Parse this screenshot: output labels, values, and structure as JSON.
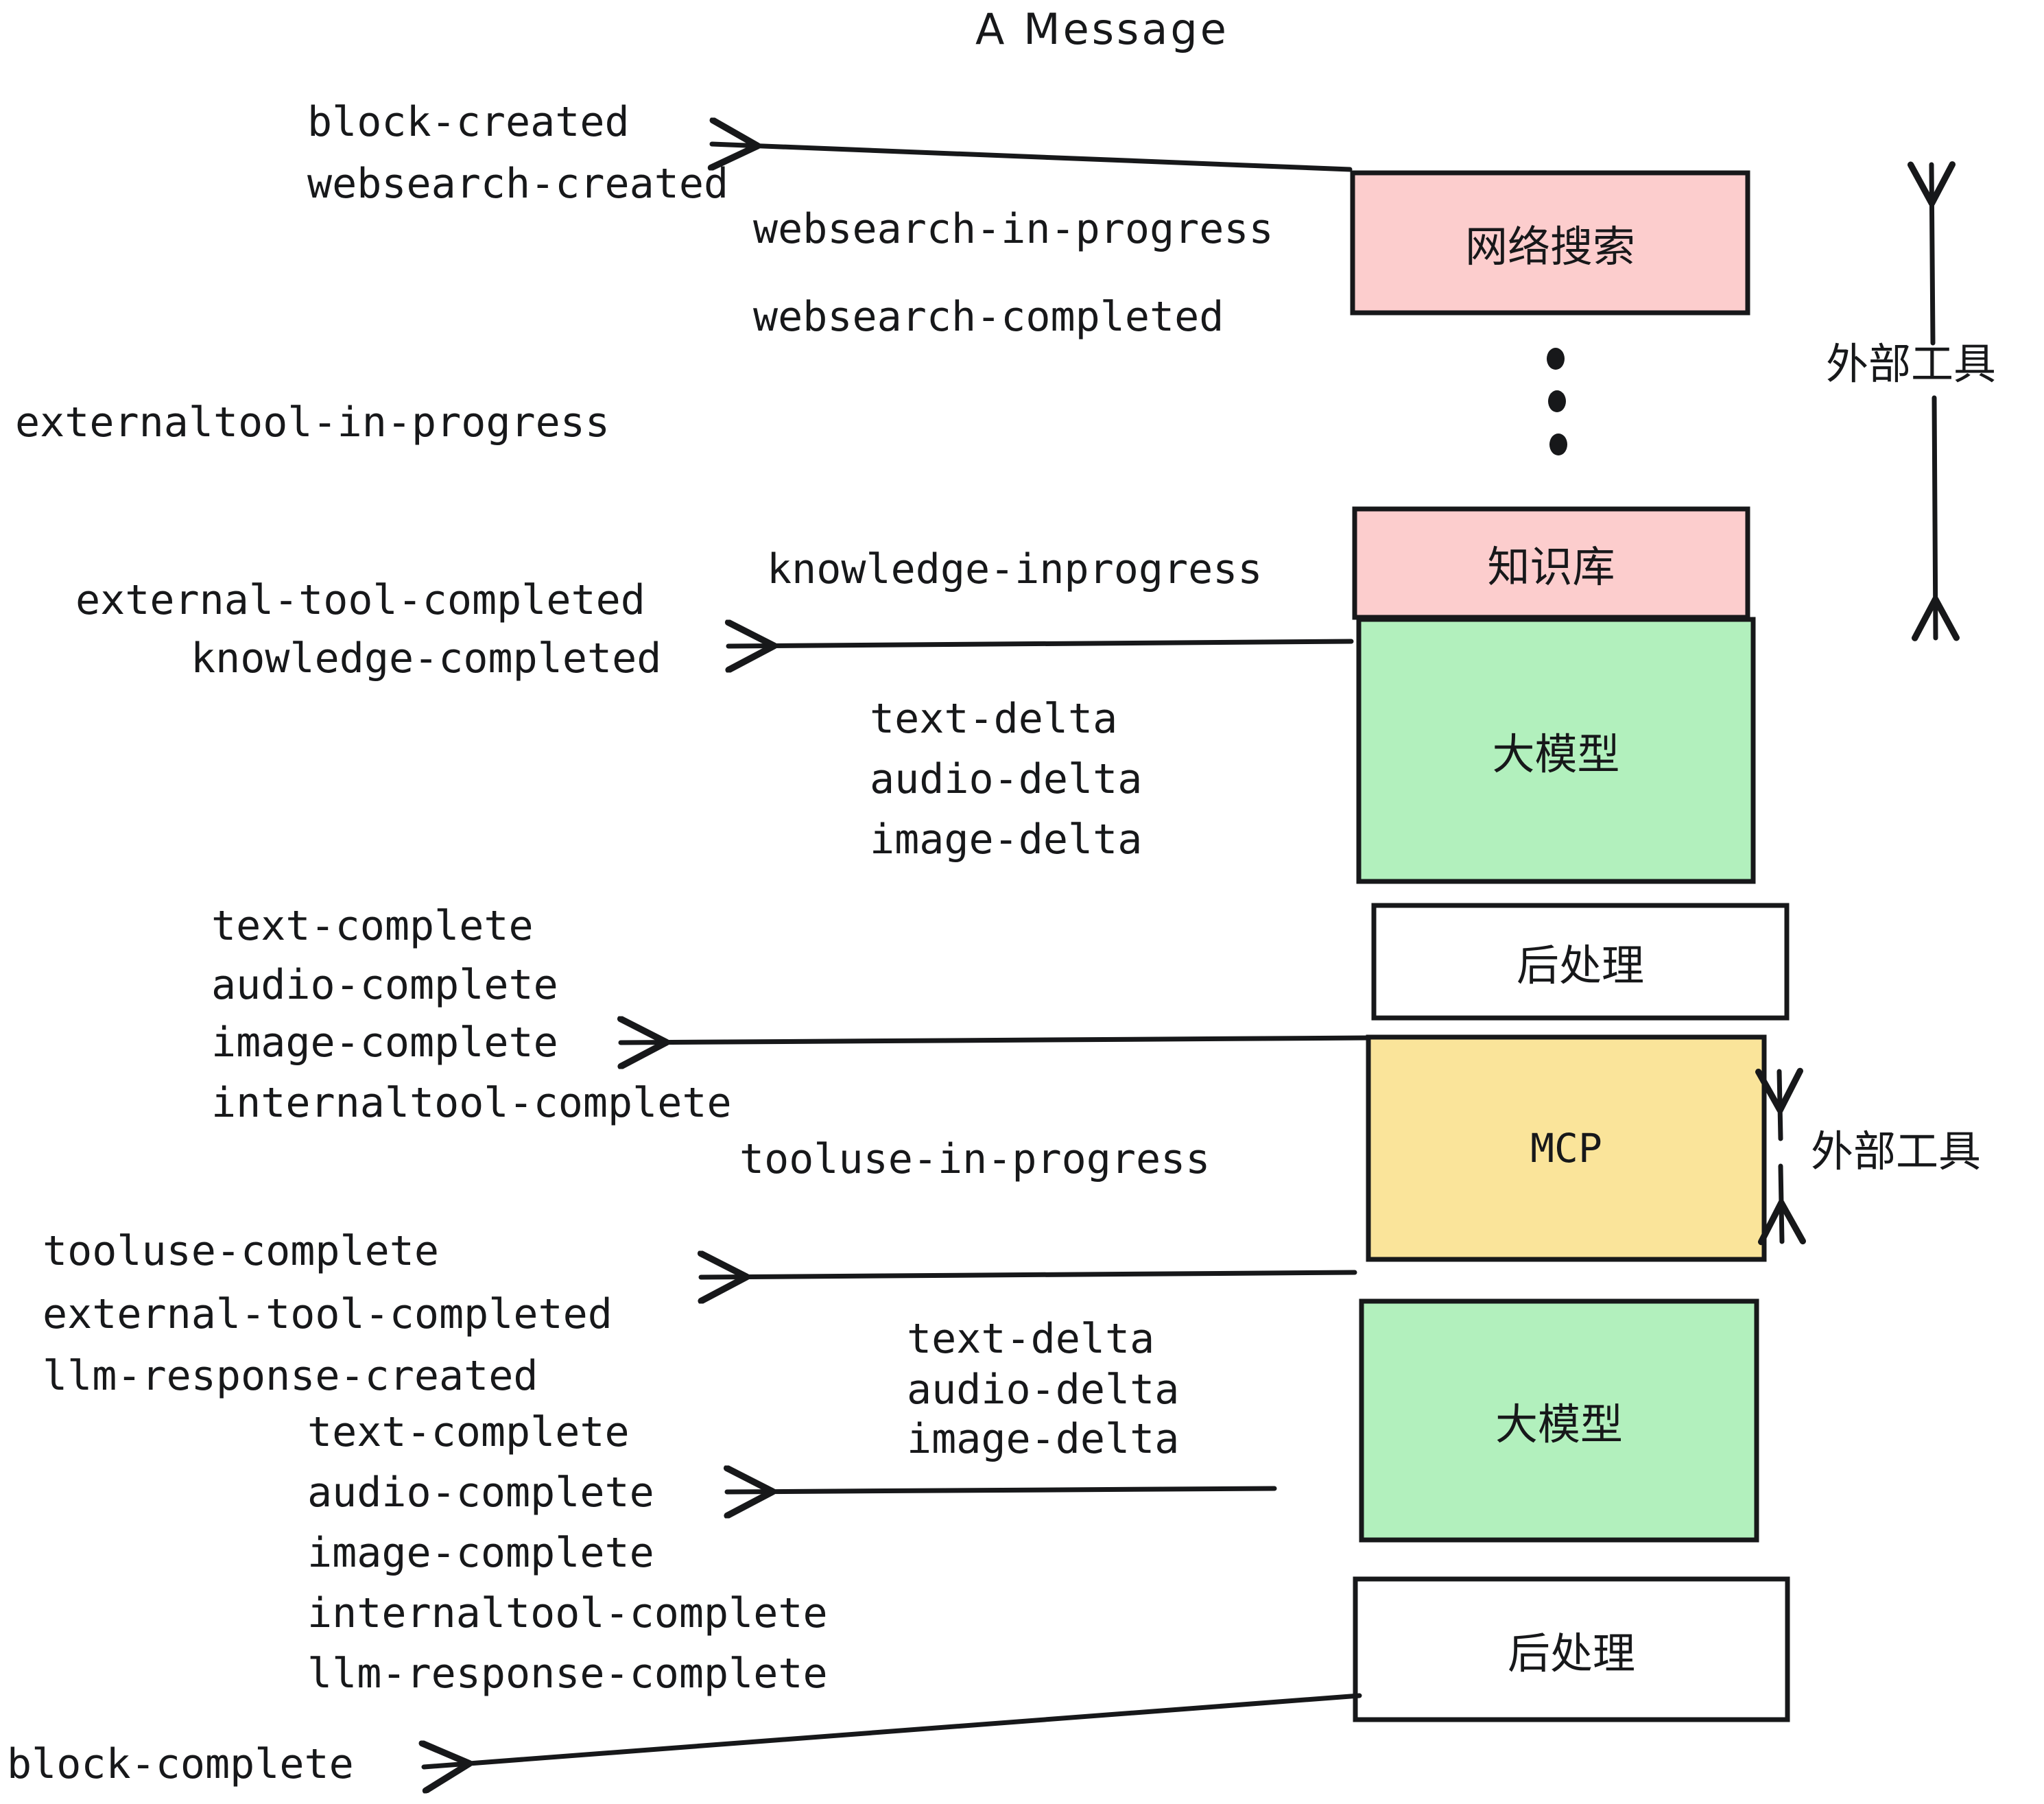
{
  "title": "A Message",
  "colors": {
    "pink": "#fccdcd",
    "green": "#b2f0bd",
    "yellow": "#fae49a",
    "white": "#ffffff",
    "stroke": "#17181a",
    "background": "#ffffff"
  },
  "boxes": [
    {
      "label": "网络搜索",
      "fill": "pink",
      "name": "box-web-search"
    },
    {
      "label": "知识库",
      "fill": "pink",
      "name": "box-knowledge-base"
    },
    {
      "label": "大模型",
      "fill": "green",
      "name": "box-llm-first"
    },
    {
      "label": "后处理",
      "fill": "white",
      "name": "box-postprocess-first"
    },
    {
      "label": "MCP",
      "fill": "yellow",
      "name": "box-mcp"
    },
    {
      "label": "大模型",
      "fill": "green",
      "name": "box-llm-second"
    },
    {
      "label": "后处理",
      "fill": "white",
      "name": "box-postprocess-second"
    }
  ],
  "side_labels": [
    {
      "text": "外部工具",
      "name": "side-label-external-tool-top"
    },
    {
      "text": "外部工具",
      "name": "side-label-external-tool-bottom"
    }
  ],
  "events": [
    {
      "text": "block-created",
      "name": "event-block-created"
    },
    {
      "text": "websearch-created",
      "name": "event-websearch-created"
    },
    {
      "text": "websearch-in-progress",
      "name": "event-websearch-in-progress"
    },
    {
      "text": "websearch-completed",
      "name": "event-websearch-completed"
    },
    {
      "text": "externaltool-in-progress",
      "name": "event-externaltool-in-progress"
    },
    {
      "text": "knowledge-inprogress",
      "name": "event-knowledge-inprogress"
    },
    {
      "text": "external-tool-completed",
      "name": "event-external-tool-completed-1"
    },
    {
      "text": "knowledge-completed",
      "name": "event-knowledge-completed"
    },
    {
      "text": "text-delta",
      "name": "event-text-delta-1"
    },
    {
      "text": "audio-delta",
      "name": "event-audio-delta-1"
    },
    {
      "text": "image-delta",
      "name": "event-image-delta-1"
    },
    {
      "text": "text-complete",
      "name": "event-text-complete-1"
    },
    {
      "text": "audio-complete",
      "name": "event-audio-complete-1"
    },
    {
      "text": "image-complete",
      "name": "event-image-complete-1"
    },
    {
      "text": "internaltool-complete",
      "name": "event-internaltool-complete-1"
    },
    {
      "text": "tooluse-in-progress",
      "name": "event-tooluse-in-progress"
    },
    {
      "text": "tooluse-complete",
      "name": "event-tooluse-complete"
    },
    {
      "text": "external-tool-completed",
      "name": "event-external-tool-completed-2"
    },
    {
      "text": "llm-response-created",
      "name": "event-llm-response-created"
    },
    {
      "text": "text-delta",
      "name": "event-text-delta-2"
    },
    {
      "text": "audio-delta",
      "name": "event-audio-delta-2"
    },
    {
      "text": "image-delta",
      "name": "event-image-delta-2"
    },
    {
      "text": "text-complete",
      "name": "event-text-complete-2"
    },
    {
      "text": "audio-complete",
      "name": "event-audio-complete-2"
    },
    {
      "text": "image-complete",
      "name": "event-image-complete-2"
    },
    {
      "text": "internaltool-complete",
      "name": "event-internaltool-complete-2"
    },
    {
      "text": "llm-response-complete",
      "name": "event-llm-response-complete"
    },
    {
      "text": "block-complete",
      "name": "event-block-complete"
    }
  ]
}
